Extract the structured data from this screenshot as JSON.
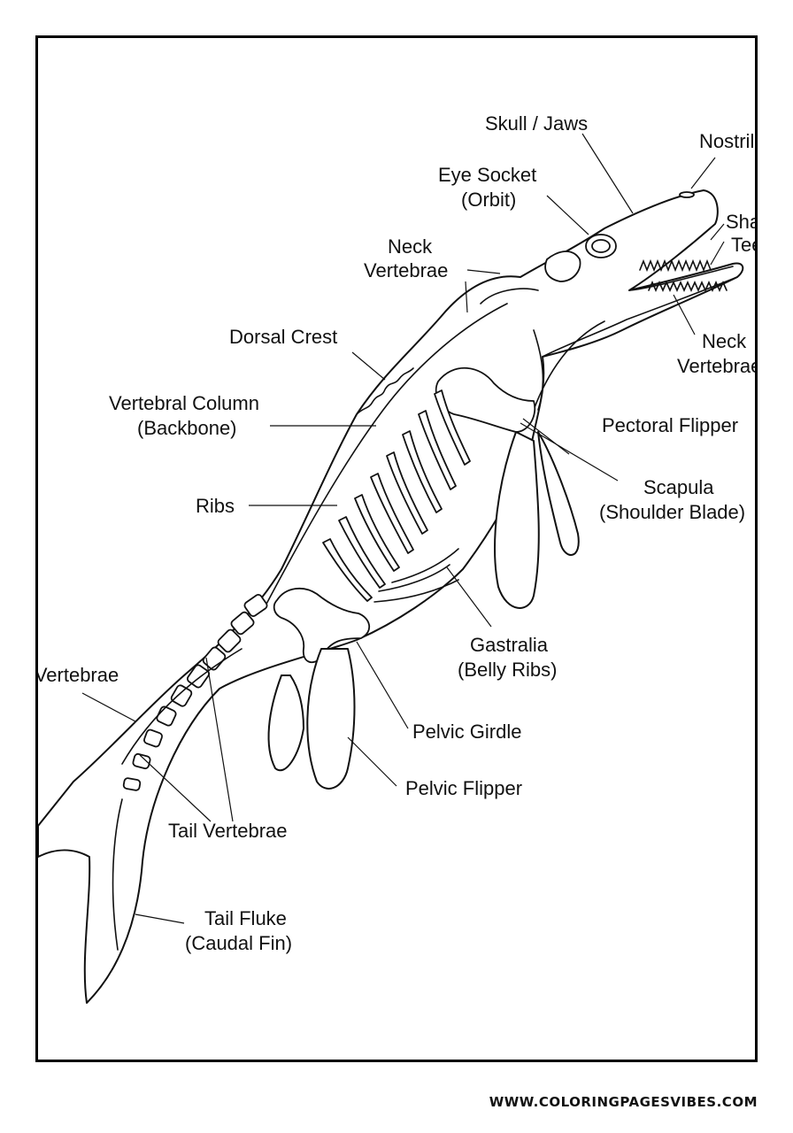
{
  "diagram": {
    "labels": {
      "skull": "Skull / Jaws",
      "nostril": "Nostril",
      "eye_socket_1": "Eye Socket",
      "eye_socket_2": "(Orbit)",
      "sharp_teeth_1": "Sharp",
      "sharp_teeth_2": "Teeth",
      "neck_vertebrae_top_1": "Neck",
      "neck_vertebrae_top_2": "Vertebrae",
      "neck_vertebrae_right_1": "Neck",
      "neck_vertebrae_right_2": "Vertebrae",
      "dorsal_crest": "Dorsal Crest",
      "vertebral_column_1": "Vertebral Column",
      "vertebral_column_2": "(Backbone)",
      "pectoral_flipper": "Pectoral Flipper",
      "scapula_1": "Scapula",
      "scapula_2": "(Shoulder Blade)",
      "ribs": "Ribs",
      "gastralia_1": "Gastralia",
      "gastralia_2": "(Belly Ribs)",
      "caudal_vertebrae": "Caudal Vertebrae",
      "pelvic_girdle": "Pelvic Girdle",
      "pelvic_flipper": "Pelvic Flipper",
      "tail_vertebrae": "Tail Vertebrae",
      "tail_fluke_1": "Tail Fluke",
      "tail_fluke_2": "(Caudal Fin)"
    }
  },
  "footer": {
    "site": "WWW.COLORINGPAGESVIBES.COM"
  }
}
